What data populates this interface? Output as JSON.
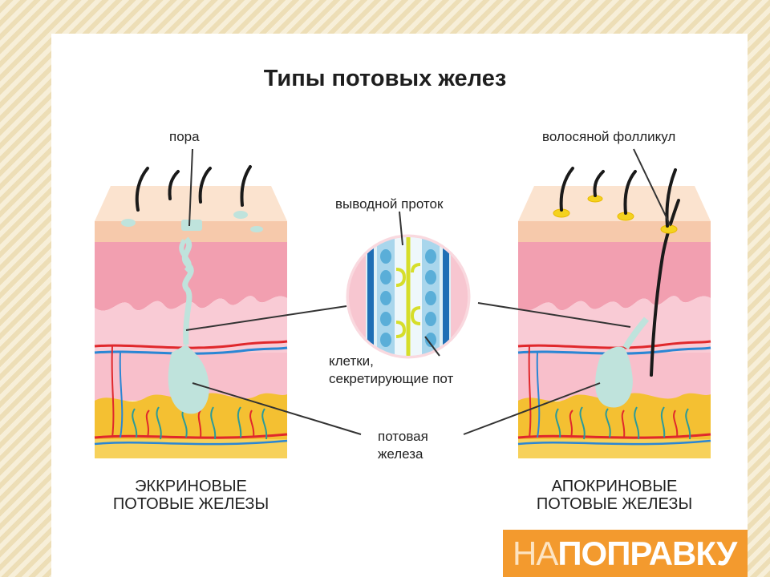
{
  "title": "Типы потовых желез",
  "labels": {
    "pore": "пора",
    "hair_follicle": "волосяной фолликул",
    "excretory_duct": "выводной проток",
    "secreting_cells_line1": "клетки,",
    "secreting_cells_line2": "секретирующие пот",
    "sweat_gland_line1": "потовая",
    "sweat_gland_line2": "железа"
  },
  "captions": {
    "eccrine_line1": "ЭККРИНОВЫЕ",
    "eccrine_line2": "ПОТОВЫЕ ЖЕЛЕЗЫ",
    "apocrine_line1": "АПОКРИНОВЫЕ",
    "apocrine_line2": "ПОТОВЫЕ ЖЕЛЕЗЫ"
  },
  "logo": {
    "part1": "НА",
    "part2": "ПОПРАВКУ"
  },
  "colors": {
    "background": "#f3e6c4",
    "skin_top": "#f7d2b6",
    "dermis_pink": "#f2a3b2",
    "dermis_light": "#f8c8d2",
    "fat_yellow": "#f4c032",
    "gland": "#bfe3dc",
    "artery": "#e0282c",
    "vein": "#2a86d4",
    "hair": "#1a1a1a",
    "duct_yellow": "#d6de2a",
    "logo_orange": "#f39a2e"
  }
}
